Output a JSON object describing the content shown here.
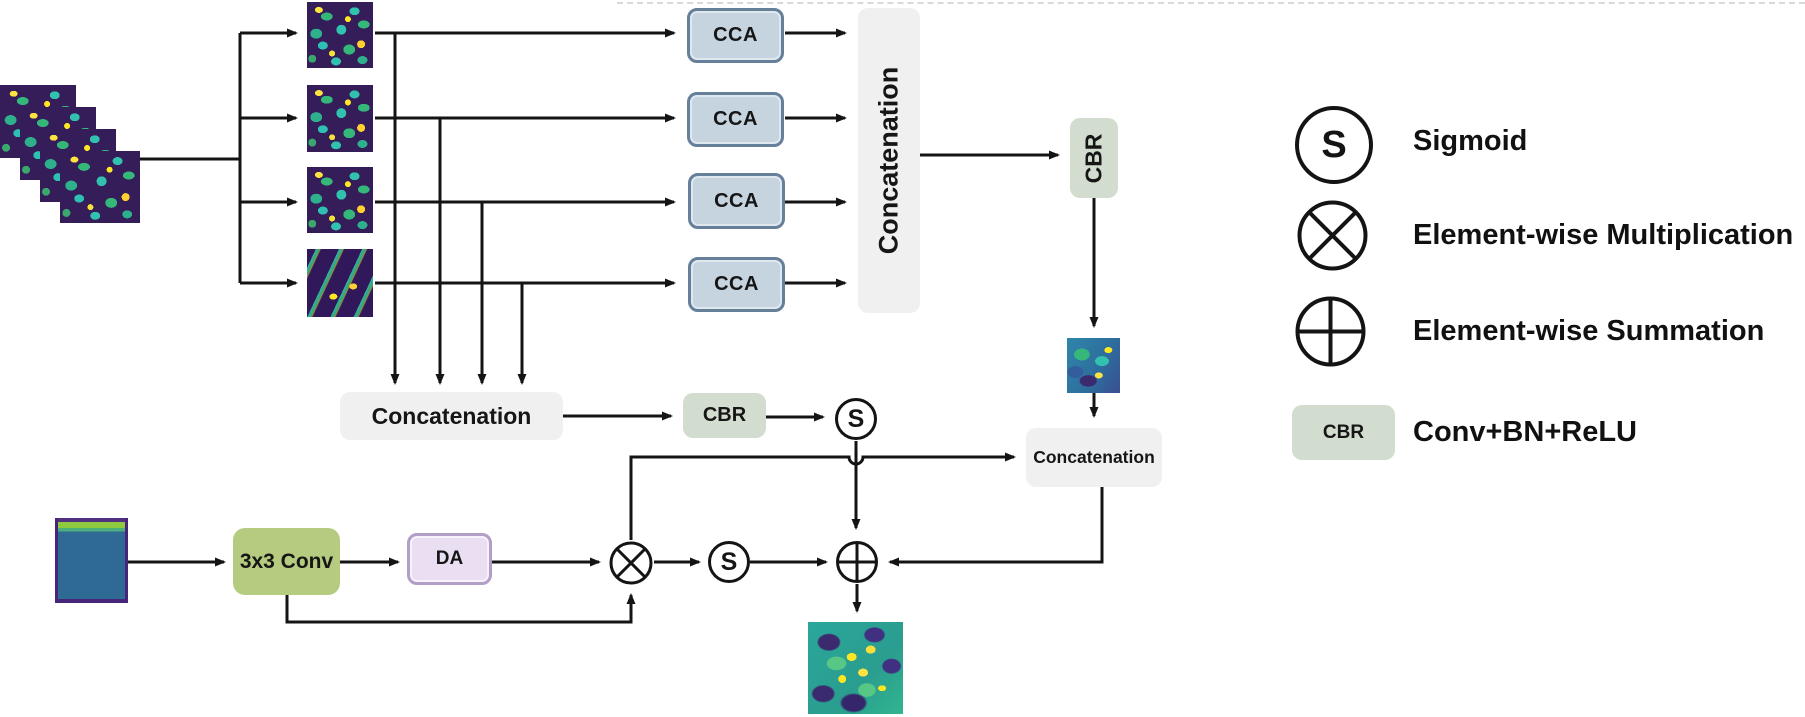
{
  "nodes": {
    "cca": "CCA",
    "concatenation_top": "Concatenation",
    "cbr": "CBR",
    "concatenation_mid": "Concatenation",
    "concatenation_right": "Concatenation",
    "conv3x3": "3x3 Conv",
    "da": "DA",
    "sigmoid_symbol": "S"
  },
  "legend": {
    "items": [
      {
        "icon": "sigmoid-circle",
        "symbol": "S",
        "label": "Sigmoid"
      },
      {
        "icon": "multiply-circle",
        "label": "Element-wise Multiplication"
      },
      {
        "icon": "sum-circle",
        "label": "Element-wise Summation"
      },
      {
        "icon": "cbr-box",
        "symbol": "CBR",
        "label": "Conv+BN+ReLU"
      }
    ]
  },
  "colors": {
    "cca_fill": "#c6d4e0",
    "cca_border": "#66809a",
    "concat_fill": "#f0f0f0",
    "cbr_fill": "#d3ddcf",
    "conv_fill": "#b5cb7f",
    "da_fill": "#eadff2",
    "da_border": "#b19fc7",
    "line": "#141414"
  }
}
